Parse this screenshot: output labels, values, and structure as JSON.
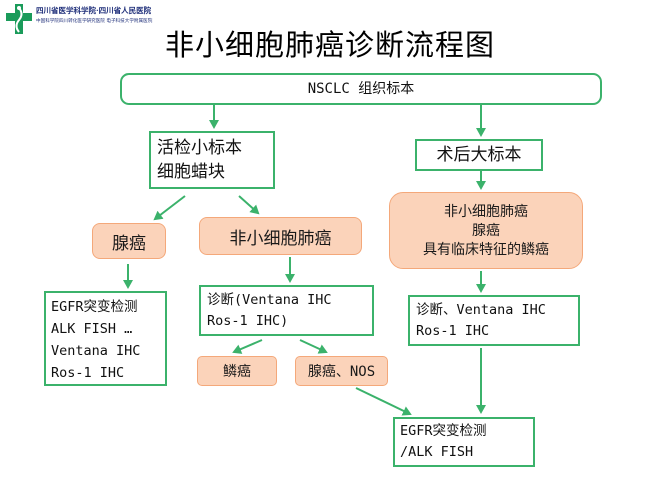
{
  "header": {
    "logo_line1": "四川省医学科学院·四川省人民医院",
    "logo_line2": "中国科学院四川转化医学研究医院 电子科技大学附属医院",
    "title": "非小细胞肺癌诊断流程图"
  },
  "colors": {
    "box_border": "#3bb26b",
    "arrow": "#3bb26b",
    "highlight_fill": "#fbd3ba",
    "highlight_border": "#f4a87a"
  },
  "nodes": {
    "root": "NSCLC 组织标本",
    "biopsy": [
      "活检小标本",
      "细胞蜡块"
    ],
    "resection": "术后大标本",
    "adenocarcinoma": "腺癌",
    "nsclc": "非小细胞肺癌",
    "resection_dx": [
      "非小细胞肺癌",
      "腺癌",
      "具有临床特征的鳞癌"
    ],
    "adeno_tests": [
      "EGFR突变检测",
      "ALK FISH …",
      "Ventana IHC",
      "Ros-1 IHC"
    ],
    "ihc_left": [
      "诊断(Ventana IHC",
      "Ros-1 IHC)"
    ],
    "ihc_right": [
      "诊断、Ventana IHC",
      "Ros-1 IHC"
    ],
    "squamous": "鳞癌",
    "adeno_nos": "腺癌、NOS",
    "egfr_final": [
      "EGFR突变检测",
      "/ALK FISH"
    ]
  }
}
